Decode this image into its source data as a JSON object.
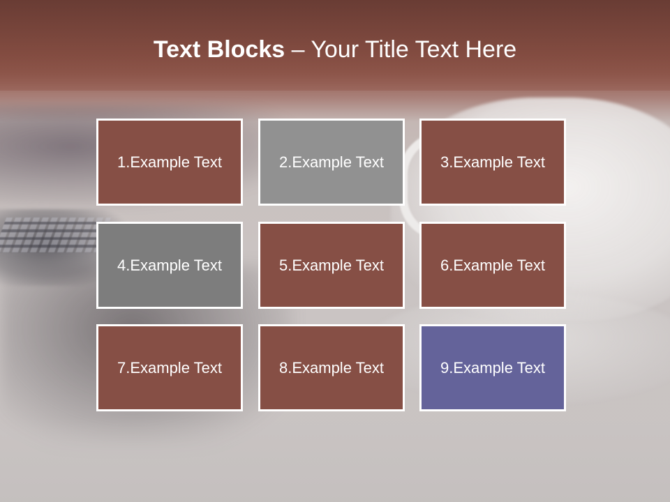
{
  "title": {
    "bold": "Text Blocks",
    "dash": " – ",
    "rest": "Your Title Text Here"
  },
  "blocks": [
    {
      "label": "1.Example Text",
      "color": "#864f45"
    },
    {
      "label": "2.Example Text",
      "color": "#919191"
    },
    {
      "label": "3.Example Text",
      "color": "#864f45"
    },
    {
      "label": "4.Example Text",
      "color": "#7d7d7d"
    },
    {
      "label": "5.Example Text",
      "color": "#864f45"
    },
    {
      "label": "6.Example Text",
      "color": "#864f45"
    },
    {
      "label": "7.Example Text",
      "color": "#864f45"
    },
    {
      "label": "8.Example Text",
      "color": "#864f45"
    },
    {
      "label": "9.Example Text",
      "color": "#64639a"
    }
  ]
}
